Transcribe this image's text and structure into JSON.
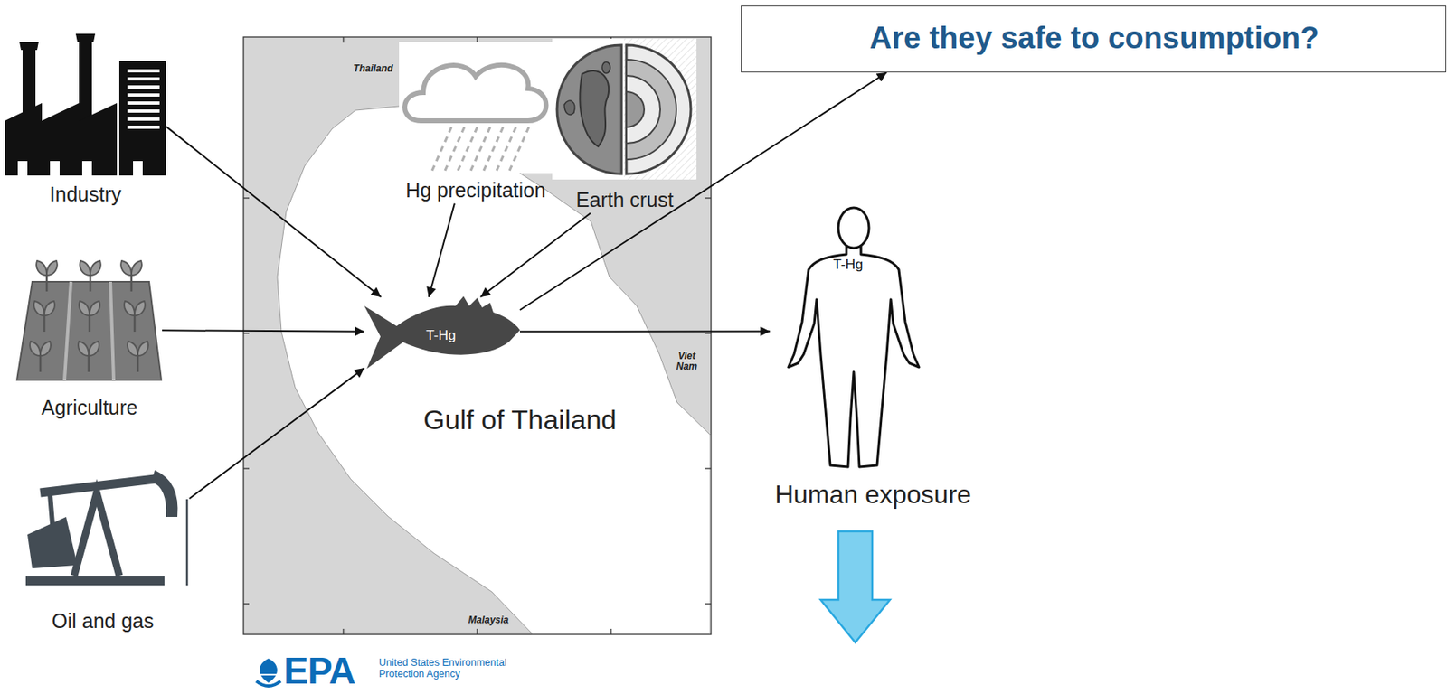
{
  "diagram": {
    "nodes": [
      {
        "text": [
          "Are they safe to consumption?"
        ]
      },
      {
        "text": [
          "Industry"
        ]
      },
      {
        "text": [
          "Hg precipitation"
        ]
      },
      {
        "text": [
          "Earth crust"
        ]
      },
      {
        "text": [
          "T-Hg"
        ]
      },
      {
        "text": [
          "T-Hg",
          "Human exposure"
        ]
      },
      {
        "text": [
          "Agriculture"
        ]
      },
      {
        "text": [
          "Oil and gas"
        ]
      }
    ],
    "edges": [
      {
        "from": 1,
        "to": 4,
        "arrow": "to"
      },
      {
        "from": 2,
        "to": 4,
        "arrow": "to"
      },
      {
        "from": 3,
        "to": 4,
        "arrow": "to"
      },
      {
        "from": 6,
        "to": 4,
        "arrow": "to"
      },
      {
        "from": 7,
        "to": 4,
        "arrow": "to"
      },
      {
        "from": 4,
        "to": 0,
        "arrow": "to"
      },
      {
        "from": 4,
        "to": 5,
        "arrow": "to"
      }
    ],
    "labels": [
      "Thailand",
      "Viet Nam",
      "Gulf of Thailand",
      "Malaysia",
      "EPA",
      "United States Environmental Protection Agency"
    ]
  }
}
